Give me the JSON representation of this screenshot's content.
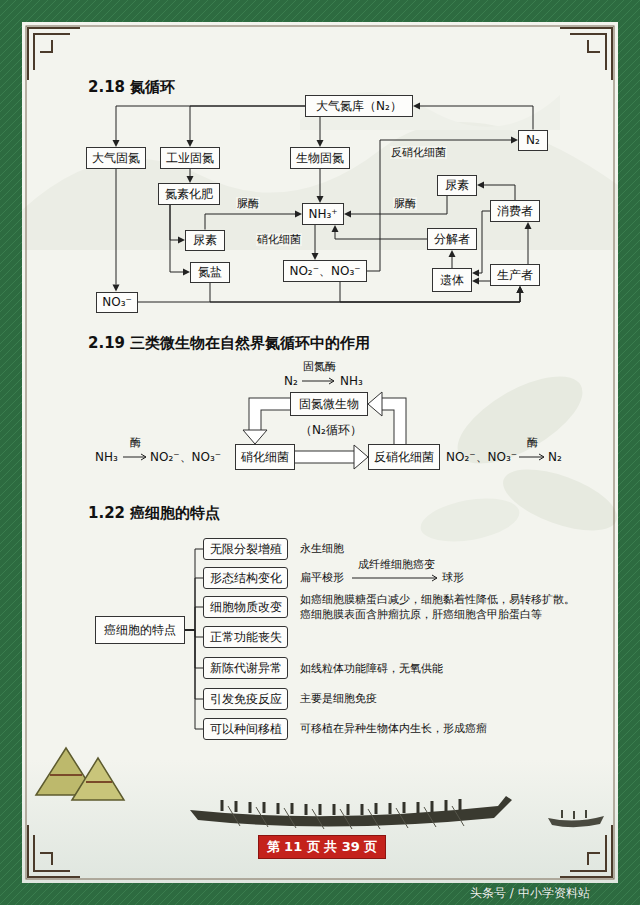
{
  "diagram": {
    "nodes": [
      {
        "text": [
          "大气氮库（N₂）"
        ]
      },
      {
        "text": [
          "大气固氮"
        ]
      },
      {
        "text": [
          "工业固氮"
        ]
      },
      {
        "text": [
          "生物固氮"
        ]
      },
      {
        "text": [
          "N₂"
        ]
      },
      {
        "text": [
          "氮素化肥"
        ]
      },
      {
        "text": [
          "NH₃⁺"
        ]
      },
      {
        "text": [
          "尿素"
        ]
      },
      {
        "text": [
          "尿素"
        ]
      },
      {
        "text": [
          "消费者"
        ]
      },
      {
        "text": [
          "分解者"
        ]
      },
      {
        "text": [
          "NO₂⁻、NO₃⁻"
        ]
      },
      {
        "text": [
          "氮盐"
        ]
      },
      {
        "text": [
          "遗体"
        ]
      },
      {
        "text": [
          "生产者"
        ]
      },
      {
        "text": [
          "NO₃⁻"
        ]
      },
      {
        "text": [
          "固氮微生物"
        ]
      },
      {
        "text": [
          "硝化细菌"
        ]
      },
      {
        "text": [
          "反硝化细菌"
        ]
      },
      {
        "text": [
          "癌细胞的特点"
        ]
      },
      {
        "text": [
          "无限分裂增殖"
        ]
      },
      {
        "text": [
          "形态结构变化"
        ]
      },
      {
        "text": [
          "细胞物质改变"
        ]
      },
      {
        "text": [
          "正常功能丧失"
        ]
      },
      {
        "text": [
          "新陈代谢异常"
        ]
      },
      {
        "text": [
          "引发免疫反应"
        ]
      },
      {
        "text": [
          "可以种间移植"
        ]
      },
      {
        "text": [
          "第 11 页 共 39 页"
        ]
      }
    ],
    "edges": [
      {
        "from": 0,
        "to": 1,
        "arrow": "to"
      },
      {
        "from": 0,
        "to": 2,
        "arrow": "to"
      },
      {
        "from": 0,
        "to": 3,
        "arrow": "to"
      },
      {
        "from": 4,
        "to": 0,
        "arrow": "to"
      },
      {
        "from": 11,
        "to": 4,
        "label": "反硝化细菌",
        "arrow": "to"
      },
      {
        "from": 1,
        "to": 15,
        "arrow": "to"
      },
      {
        "from": 2,
        "to": 5,
        "arrow": "to"
      },
      {
        "from": 5,
        "to": 8,
        "arrow": "to"
      },
      {
        "from": 5,
        "to": 12,
        "arrow": "to"
      },
      {
        "from": 3,
        "to": 6,
        "arrow": "to"
      },
      {
        "from": 8,
        "to": 6,
        "label": "脲酶",
        "arrow": "to"
      },
      {
        "from": 7,
        "to": 6,
        "label": "脲酶",
        "arrow": "to"
      },
      {
        "from": 10,
        "to": 6,
        "arrow": "to"
      },
      {
        "from": 6,
        "to": 11,
        "label": "硝化细菌",
        "arrow": "to"
      },
      {
        "from": 9,
        "to": 7,
        "arrow": "to"
      },
      {
        "from": 13,
        "to": 10,
        "arrow": "to"
      },
      {
        "from": 14,
        "to": 9,
        "arrow": "to"
      },
      {
        "from": 14,
        "to": 13,
        "arrow": "to"
      },
      {
        "from": 9,
        "to": 13,
        "arrow": "to"
      },
      {
        "from": 15,
        "to": 14,
        "arrow": "to"
      },
      {
        "from": 12,
        "to": 14,
        "arrow": "to"
      },
      {
        "from": 11,
        "to": 14,
        "arrow": "to"
      },
      {
        "from": 16,
        "to": 17,
        "arrow": "to"
      },
      {
        "from": 17,
        "to": 18,
        "arrow": "to"
      },
      {
        "from": 18,
        "to": 16,
        "arrow": "to"
      },
      {
        "from": 19,
        "to": 20,
        "arrow": "none"
      },
      {
        "from": 19,
        "to": 21,
        "arrow": "none"
      },
      {
        "from": 19,
        "to": 22,
        "arrow": "none"
      },
      {
        "from": 19,
        "to": 23,
        "arrow": "none"
      },
      {
        "from": 19,
        "to": 24,
        "arrow": "none"
      },
      {
        "from": 19,
        "to": 25,
        "arrow": "none"
      },
      {
        "from": 19,
        "to": 26,
        "arrow": "none"
      }
    ],
    "labels": [
      "2.18 氮循环",
      "2.19 三类微生物在自然界氮循环中的作用",
      "N₂",
      "固氮酶",
      "NH₃",
      "（N₂循环）",
      "NH₃",
      "酶",
      "NO₂⁻、NO₃⁻",
      "NO₂⁻、NO₃⁻",
      "酶",
      "N₂",
      "1.22 癌细胞的特点",
      "永生细胞",
      "扁平梭形",
      "成纤维细胞癌变",
      "球形",
      "如癌细胞膜糖蛋白减少，细胞黏着性降低，易转移扩散。",
      "癌细胞膜表面含肿瘤抗原，肝癌细胞含甲胎蛋白等",
      "如线粒体功能障碍，无氧供能",
      "主要是细胞免疫",
      "可移植在异种生物体内生长，形成癌瘤",
      "头条号 / 中小学资料站"
    ]
  }
}
